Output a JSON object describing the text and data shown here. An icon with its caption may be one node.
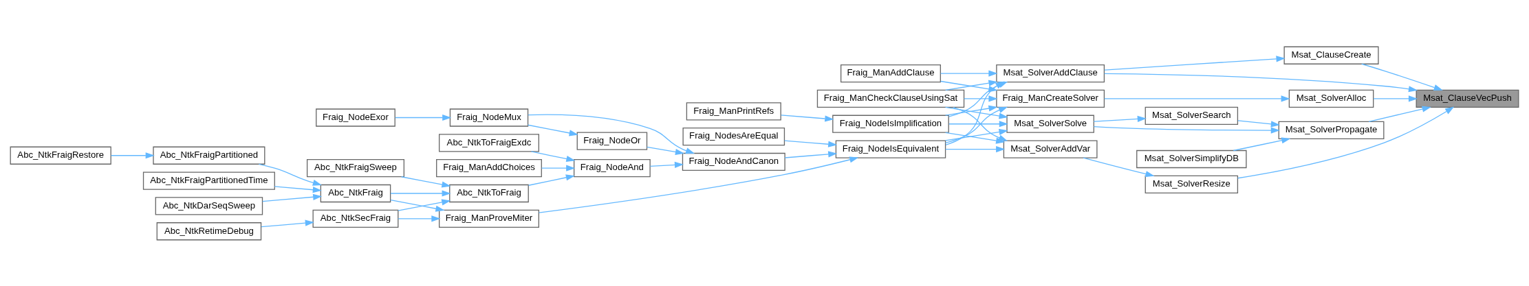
{
  "diagram": {
    "nodes": [
      {
        "text": [
          "Msat_ClauseVecPush"
        ]
      },
      {
        "text": [
          "Msat_ClauseCreate"
        ]
      },
      {
        "text": [
          "Msat_SolverAddClause"
        ]
      },
      {
        "text": [
          "Msat_SolverAlloc"
        ]
      },
      {
        "text": [
          "Fraig_ManCreateSolver"
        ]
      },
      {
        "text": [
          "Msat_SolverSearch"
        ]
      },
      {
        "text": [
          "Msat_SolverSolve"
        ]
      },
      {
        "text": [
          "Msat_SolverPropagate"
        ]
      },
      {
        "text": [
          "Msat_SolverSimplifyDB"
        ]
      },
      {
        "text": [
          "Msat_SolverAddVar"
        ]
      },
      {
        "text": [
          "Msat_SolverResize"
        ]
      },
      {
        "text": [
          "Fraig_ManAddClause"
        ]
      },
      {
        "text": [
          "Fraig_ManCheckClauseUsingSat"
        ]
      },
      {
        "text": [
          "Fraig_NodeIsImplification"
        ]
      },
      {
        "text": [
          "Fraig_NodeIsEquivalent"
        ]
      },
      {
        "text": [
          "Fraig_ManPrintRefs"
        ]
      },
      {
        "text": [
          "Fraig_NodesAreEqual"
        ]
      },
      {
        "text": [
          "Fraig_NodeAndCanon"
        ]
      },
      {
        "text": [
          "Fraig_NodeMux"
        ]
      },
      {
        "text": [
          "Fraig_NodeOr"
        ]
      },
      {
        "text": [
          "Fraig_NodeAnd"
        ]
      },
      {
        "text": [
          "Fraig_NodeExor"
        ]
      },
      {
        "text": [
          "Abc_NtkToFraigExdc"
        ]
      },
      {
        "text": [
          "Fraig_ManAddChoices"
        ]
      },
      {
        "text": [
          "Abc_NtkToFraig"
        ]
      },
      {
        "text": [
          "Fraig_ManProveMiter"
        ]
      },
      {
        "text": [
          "Abc_NtkFraigSweep"
        ]
      },
      {
        "text": [
          "Abc_NtkFraig"
        ]
      },
      {
        "text": [
          "Abc_NtkSecFraig"
        ]
      },
      {
        "text": [
          "Abc_NtkFraigRestore"
        ]
      },
      {
        "text": [
          "Abc_NtkFraigPartitioned"
        ]
      },
      {
        "text": [
          "Abc_NtkFraigPartitionedTime"
        ]
      },
      {
        "text": [
          "Abc_NtkDarSeqSweep"
        ]
      },
      {
        "text": [
          "Abc_NtkRetimeDebug"
        ]
      }
    ],
    "edges": [
      {
        "from": 1,
        "to": 0,
        "arrow": "to"
      },
      {
        "from": 2,
        "to": 1,
        "arrow": "to"
      },
      {
        "from": 2,
        "to": 0,
        "arrow": "to"
      },
      {
        "from": 3,
        "to": 0,
        "arrow": "to"
      },
      {
        "from": 4,
        "to": 3,
        "arrow": "to"
      },
      {
        "from": 7,
        "to": 0,
        "arrow": "to"
      },
      {
        "from": 5,
        "to": 7,
        "arrow": "to"
      },
      {
        "from": 6,
        "to": 5,
        "arrow": "to"
      },
      {
        "from": 6,
        "to": 7,
        "arrow": "to"
      },
      {
        "from": 8,
        "to": 7,
        "arrow": "to"
      },
      {
        "from": 10,
        "to": 0,
        "arrow": "to"
      },
      {
        "from": 9,
        "to": 10,
        "arrow": "to"
      },
      {
        "from": 11,
        "to": 2,
        "arrow": "to"
      },
      {
        "from": 11,
        "to": 4,
        "arrow": "to"
      },
      {
        "from": 12,
        "to": 2,
        "arrow": "to"
      },
      {
        "from": 12,
        "to": 4,
        "arrow": "to"
      },
      {
        "from": 12,
        "to": 6,
        "arrow": "to"
      },
      {
        "from": 12,
        "to": 9,
        "arrow": "to"
      },
      {
        "from": 13,
        "to": 2,
        "arrow": "to"
      },
      {
        "from": 13,
        "to": 4,
        "arrow": "to"
      },
      {
        "from": 13,
        "to": 6,
        "arrow": "to"
      },
      {
        "from": 13,
        "to": 9,
        "arrow": "to"
      },
      {
        "from": 14,
        "to": 2,
        "arrow": "to"
      },
      {
        "from": 14,
        "to": 4,
        "arrow": "to"
      },
      {
        "from": 14,
        "to": 6,
        "arrow": "to"
      },
      {
        "from": 14,
        "to": 9,
        "arrow": "to"
      },
      {
        "from": 15,
        "to": 13,
        "arrow": "to"
      },
      {
        "from": 16,
        "to": 14,
        "arrow": "to"
      },
      {
        "from": 17,
        "to": 14,
        "arrow": "to"
      },
      {
        "from": 25,
        "to": 14,
        "arrow": "to"
      },
      {
        "from": 18,
        "to": 17,
        "arrow": "to"
      },
      {
        "from": 19,
        "to": 17,
        "arrow": "to"
      },
      {
        "from": 20,
        "to": 17,
        "arrow": "to"
      },
      {
        "from": 21,
        "to": 18,
        "arrow": "to"
      },
      {
        "from": 18,
        "to": 19,
        "arrow": "to"
      },
      {
        "from": 22,
        "to": 20,
        "arrow": "to"
      },
      {
        "from": 23,
        "to": 20,
        "arrow": "to"
      },
      {
        "from": 24,
        "to": 20,
        "arrow": "to"
      },
      {
        "from": 26,
        "to": 24,
        "arrow": "to"
      },
      {
        "from": 27,
        "to": 24,
        "arrow": "to"
      },
      {
        "from": 27,
        "to": 25,
        "arrow": "to"
      },
      {
        "from": 28,
        "to": 24,
        "arrow": "to"
      },
      {
        "from": 28,
        "to": 25,
        "arrow": "to"
      },
      {
        "from": 29,
        "to": 30,
        "arrow": "to"
      },
      {
        "from": 30,
        "to": 27,
        "arrow": "to"
      },
      {
        "from": 31,
        "to": 27,
        "arrow": "to"
      },
      {
        "from": 32,
        "to": 27,
        "arrow": "to"
      },
      {
        "from": 33,
        "to": 28,
        "arrow": "to"
      }
    ]
  }
}
